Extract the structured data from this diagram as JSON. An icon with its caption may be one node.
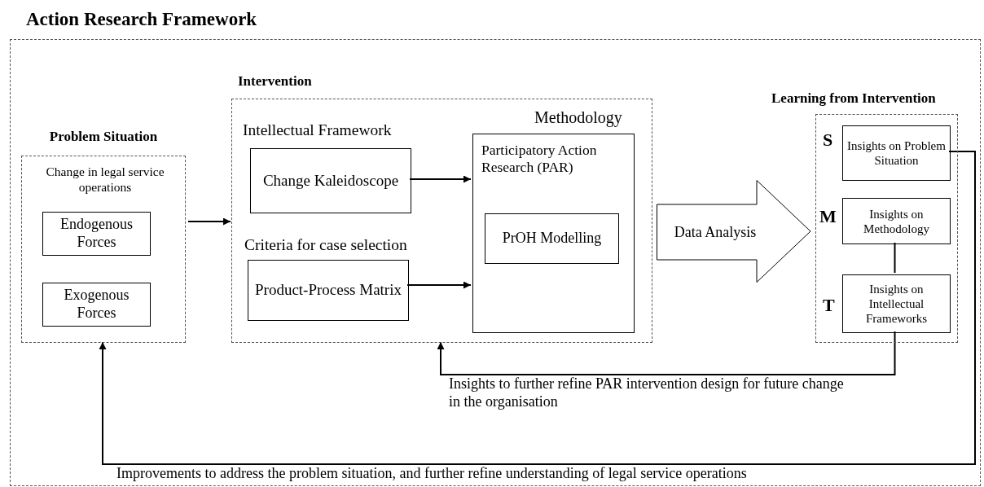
{
  "diagram": {
    "title": "Action Research Framework",
    "nodes": [
      {
        "text": [],
        "shape": "box"
      },
      {
        "text": [
          "Problem Situation",
          "Change in legal service operations"
        ],
        "in": 0
      },
      {
        "text": [
          "Endogenous Forces"
        ],
        "in": 1
      },
      {
        "text": [
          "Exogenous Forces"
        ],
        "in": 1
      },
      {
        "text": [
          "Intervention",
          "Intellectual Framework",
          "Criteria for case selection"
        ],
        "in": 0
      },
      {
        "text": [
          "Change Kaleidoscope"
        ],
        "in": 4
      },
      {
        "text": [
          "Product-Process Matrix"
        ],
        "in": 4
      },
      {
        "text": [
          "Methodology",
          "Participatory Action Research (PAR)"
        ],
        "in": 4
      },
      {
        "text": [
          "PrOH Modelling"
        ],
        "in": 7
      },
      {
        "text": [
          "Data Analysis"
        ],
        "in": 0
      },
      {
        "text": [
          "Learning from Intervention"
        ],
        "in": 0
      },
      {
        "text": [
          "Insights on Problem Situation"
        ],
        "in": 10,
        "beside": [
          "S"
        ]
      },
      {
        "text": [
          "Insights on Methodology"
        ],
        "in": 10,
        "beside": [
          "M"
        ]
      },
      {
        "text": [
          "Insights on Intellectual Frameworks"
        ],
        "in": 10,
        "beside": [
          "T"
        ]
      }
    ],
    "edges": [
      {
        "from": 1,
        "to": 4,
        "arrow": "to"
      },
      {
        "from": 5,
        "to": 7,
        "arrow": "to"
      },
      {
        "from": 6,
        "to": 7,
        "arrow": "to"
      },
      {
        "from": 12,
        "to": 13,
        "arrow": "none"
      },
      {
        "from": 13,
        "to": 4,
        "arrow": "to",
        "label": "Insights to further refine PAR intervention design for future change in the organisation"
      },
      {
        "from": 11,
        "to": 1,
        "arrow": "to",
        "label": "Improvements to address the problem situation, and further refine understanding of legal service operations"
      }
    ]
  }
}
